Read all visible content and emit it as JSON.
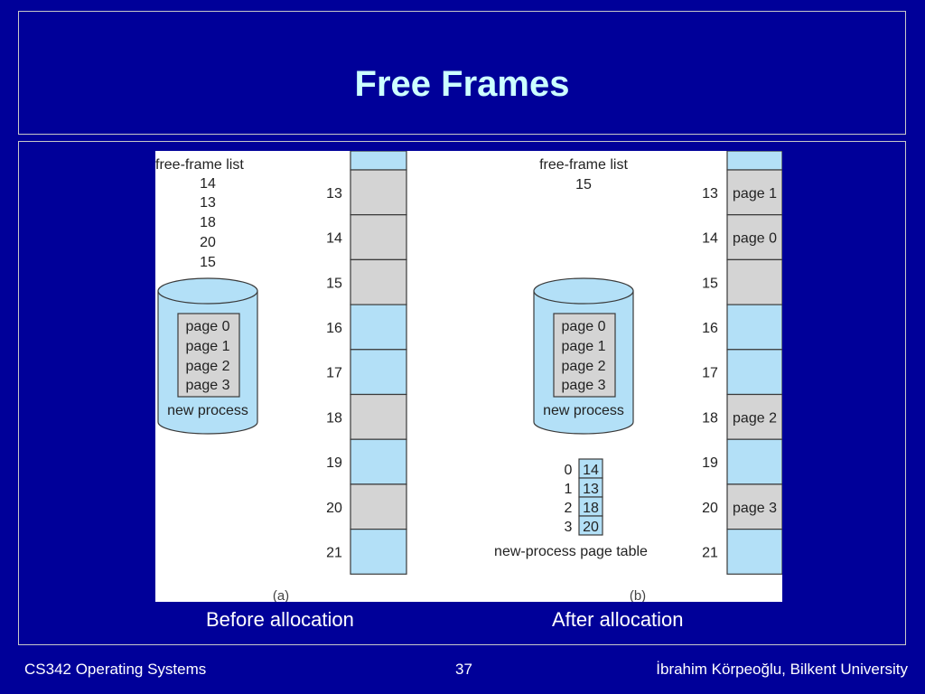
{
  "slide": {
    "title": "Free Frames",
    "caption_left": "Before allocation",
    "caption_right": "After allocation"
  },
  "figure": {
    "panel_a": {
      "label": "(a)",
      "free_frame_list_title": "free-frame list",
      "free_frames": [
        "14",
        "13",
        "18",
        "20",
        "15"
      ],
      "disk": {
        "pages": [
          "page 0",
          "page 1",
          "page 2",
          "page 3"
        ],
        "label": "new process"
      },
      "frames": [
        {
          "number": "",
          "content": "",
          "state": "used"
        },
        {
          "number": "13",
          "content": "",
          "state": "free"
        },
        {
          "number": "14",
          "content": "",
          "state": "free"
        },
        {
          "number": "15",
          "content": "",
          "state": "free"
        },
        {
          "number": "16",
          "content": "",
          "state": "used"
        },
        {
          "number": "17",
          "content": "",
          "state": "used"
        },
        {
          "number": "18",
          "content": "",
          "state": "free"
        },
        {
          "number": "19",
          "content": "",
          "state": "used"
        },
        {
          "number": "20",
          "content": "",
          "state": "free"
        },
        {
          "number": "21",
          "content": "",
          "state": "used"
        }
      ]
    },
    "panel_b": {
      "label": "(b)",
      "free_frame_list_title": "free-frame list",
      "free_frames": [
        "15"
      ],
      "disk": {
        "pages": [
          "page 0",
          "page 1",
          "page 2",
          "page 3"
        ],
        "label": "new process"
      },
      "page_table": {
        "title": "new-process page table",
        "rows": [
          {
            "index": "0",
            "frame": "14"
          },
          {
            "index": "1",
            "frame": "13"
          },
          {
            "index": "2",
            "frame": "18"
          },
          {
            "index": "3",
            "frame": "20"
          }
        ]
      },
      "frames": [
        {
          "number": "",
          "content": "",
          "state": "used"
        },
        {
          "number": "13",
          "content": "page 1",
          "state": "allocated"
        },
        {
          "number": "14",
          "content": "page 0",
          "state": "allocated"
        },
        {
          "number": "15",
          "content": "",
          "state": "free"
        },
        {
          "number": "16",
          "content": "",
          "state": "used"
        },
        {
          "number": "17",
          "content": "",
          "state": "used"
        },
        {
          "number": "18",
          "content": "page 2",
          "state": "allocated"
        },
        {
          "number": "19",
          "content": "",
          "state": "used"
        },
        {
          "number": "20",
          "content": "page 3",
          "state": "allocated"
        },
        {
          "number": "21",
          "content": "",
          "state": "used"
        }
      ]
    },
    "colors": {
      "used_frame": "#b3e0f7",
      "free_frame": "#d4d4d4",
      "disk": "#b3e0f7",
      "page_table_cell": "#b3e0f7"
    }
  },
  "footer": {
    "course": "CS342 Operating Systems",
    "page_number": "37",
    "author": "İbrahim Körpeoğlu, Bilkent University"
  }
}
